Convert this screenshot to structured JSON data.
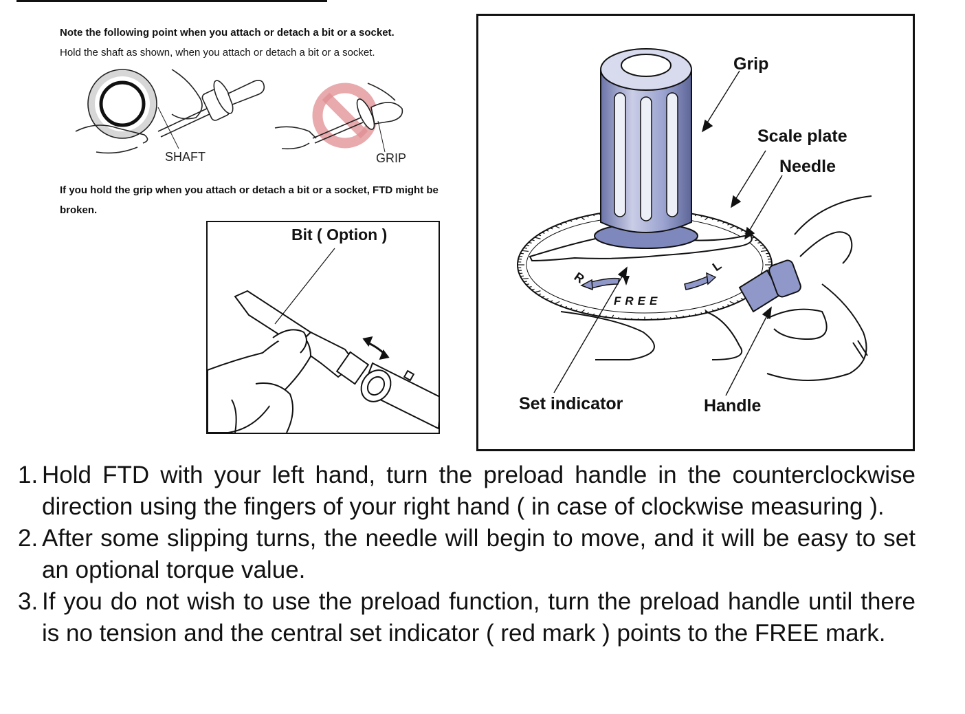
{
  "note": {
    "heading": "Note the following point when you attach or detach a bit or a socket.",
    "instruction": "Hold the shaft as shown, when you attach or detach a bit or a socket."
  },
  "figure_hold": {
    "shaft_label": "SHAFT",
    "grip_label": "GRIP"
  },
  "warning": "If you hold the grip when you attach or detach a bit or a socket, FTD might be broken.",
  "figure_bit": {
    "label": "Bit ( Option )"
  },
  "figure_ftd": {
    "grip": "Grip",
    "scale_plate": "Scale plate",
    "needle": "Needle",
    "set_indicator": "Set indicator",
    "handle": "Handle",
    "dial_r": "R",
    "dial_l": "L",
    "dial_free": "FREE"
  },
  "steps": [
    {
      "num": "1.",
      "text": "Hold FTD with your left hand, turn the preload handle in the counterclockwise direction using the fingers of your right hand ( in case of clockwise measuring )."
    },
    {
      "num": "2.",
      "text": "After some slipping turns, the needle will begin to move, and it will be easy to set an optional torque value."
    },
    {
      "num": "3.",
      "text": "If you do not wish to use the preload function, turn the preload handle until there is no tension and the central set indicator ( red mark ) points to the FREE mark."
    }
  ],
  "colors": {
    "prohibit_red": "#d9363e",
    "metal_blue": "#8f98c9"
  }
}
